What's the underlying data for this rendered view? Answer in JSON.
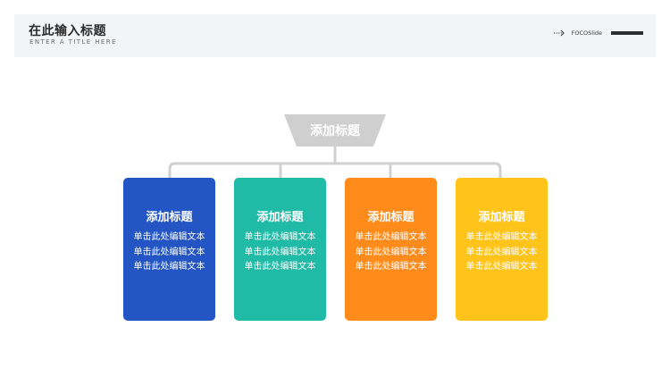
{
  "header": {
    "title": "在此输入标题",
    "subtitle": "ENTER A TITLE HERE",
    "brand": "FOCOSlide",
    "brand_icon": "dotted-arrow-icon"
  },
  "diagram": {
    "root": {
      "label": "添加标题",
      "color": "#cfcfcf"
    },
    "connector_color": "#d0d0d0",
    "cards": [
      {
        "title": "添加标题",
        "text": "单击此处编辑文本单击此处编辑文本单击此处编辑文本",
        "color": "#2356c4"
      },
      {
        "title": "添加标题",
        "text": "单击此处编辑文本单击此处编辑文本单击此处编辑文本",
        "color": "#1fbba6"
      },
      {
        "title": "添加标题",
        "text": "单击此处编辑文本单击此处编辑文本单击此处编辑文本",
        "color": "#ff8c1a"
      },
      {
        "title": "添加标题",
        "text": "单击此处编辑文本单击此处编辑文本单击此处编辑文本",
        "color": "#ffc31a"
      }
    ]
  }
}
